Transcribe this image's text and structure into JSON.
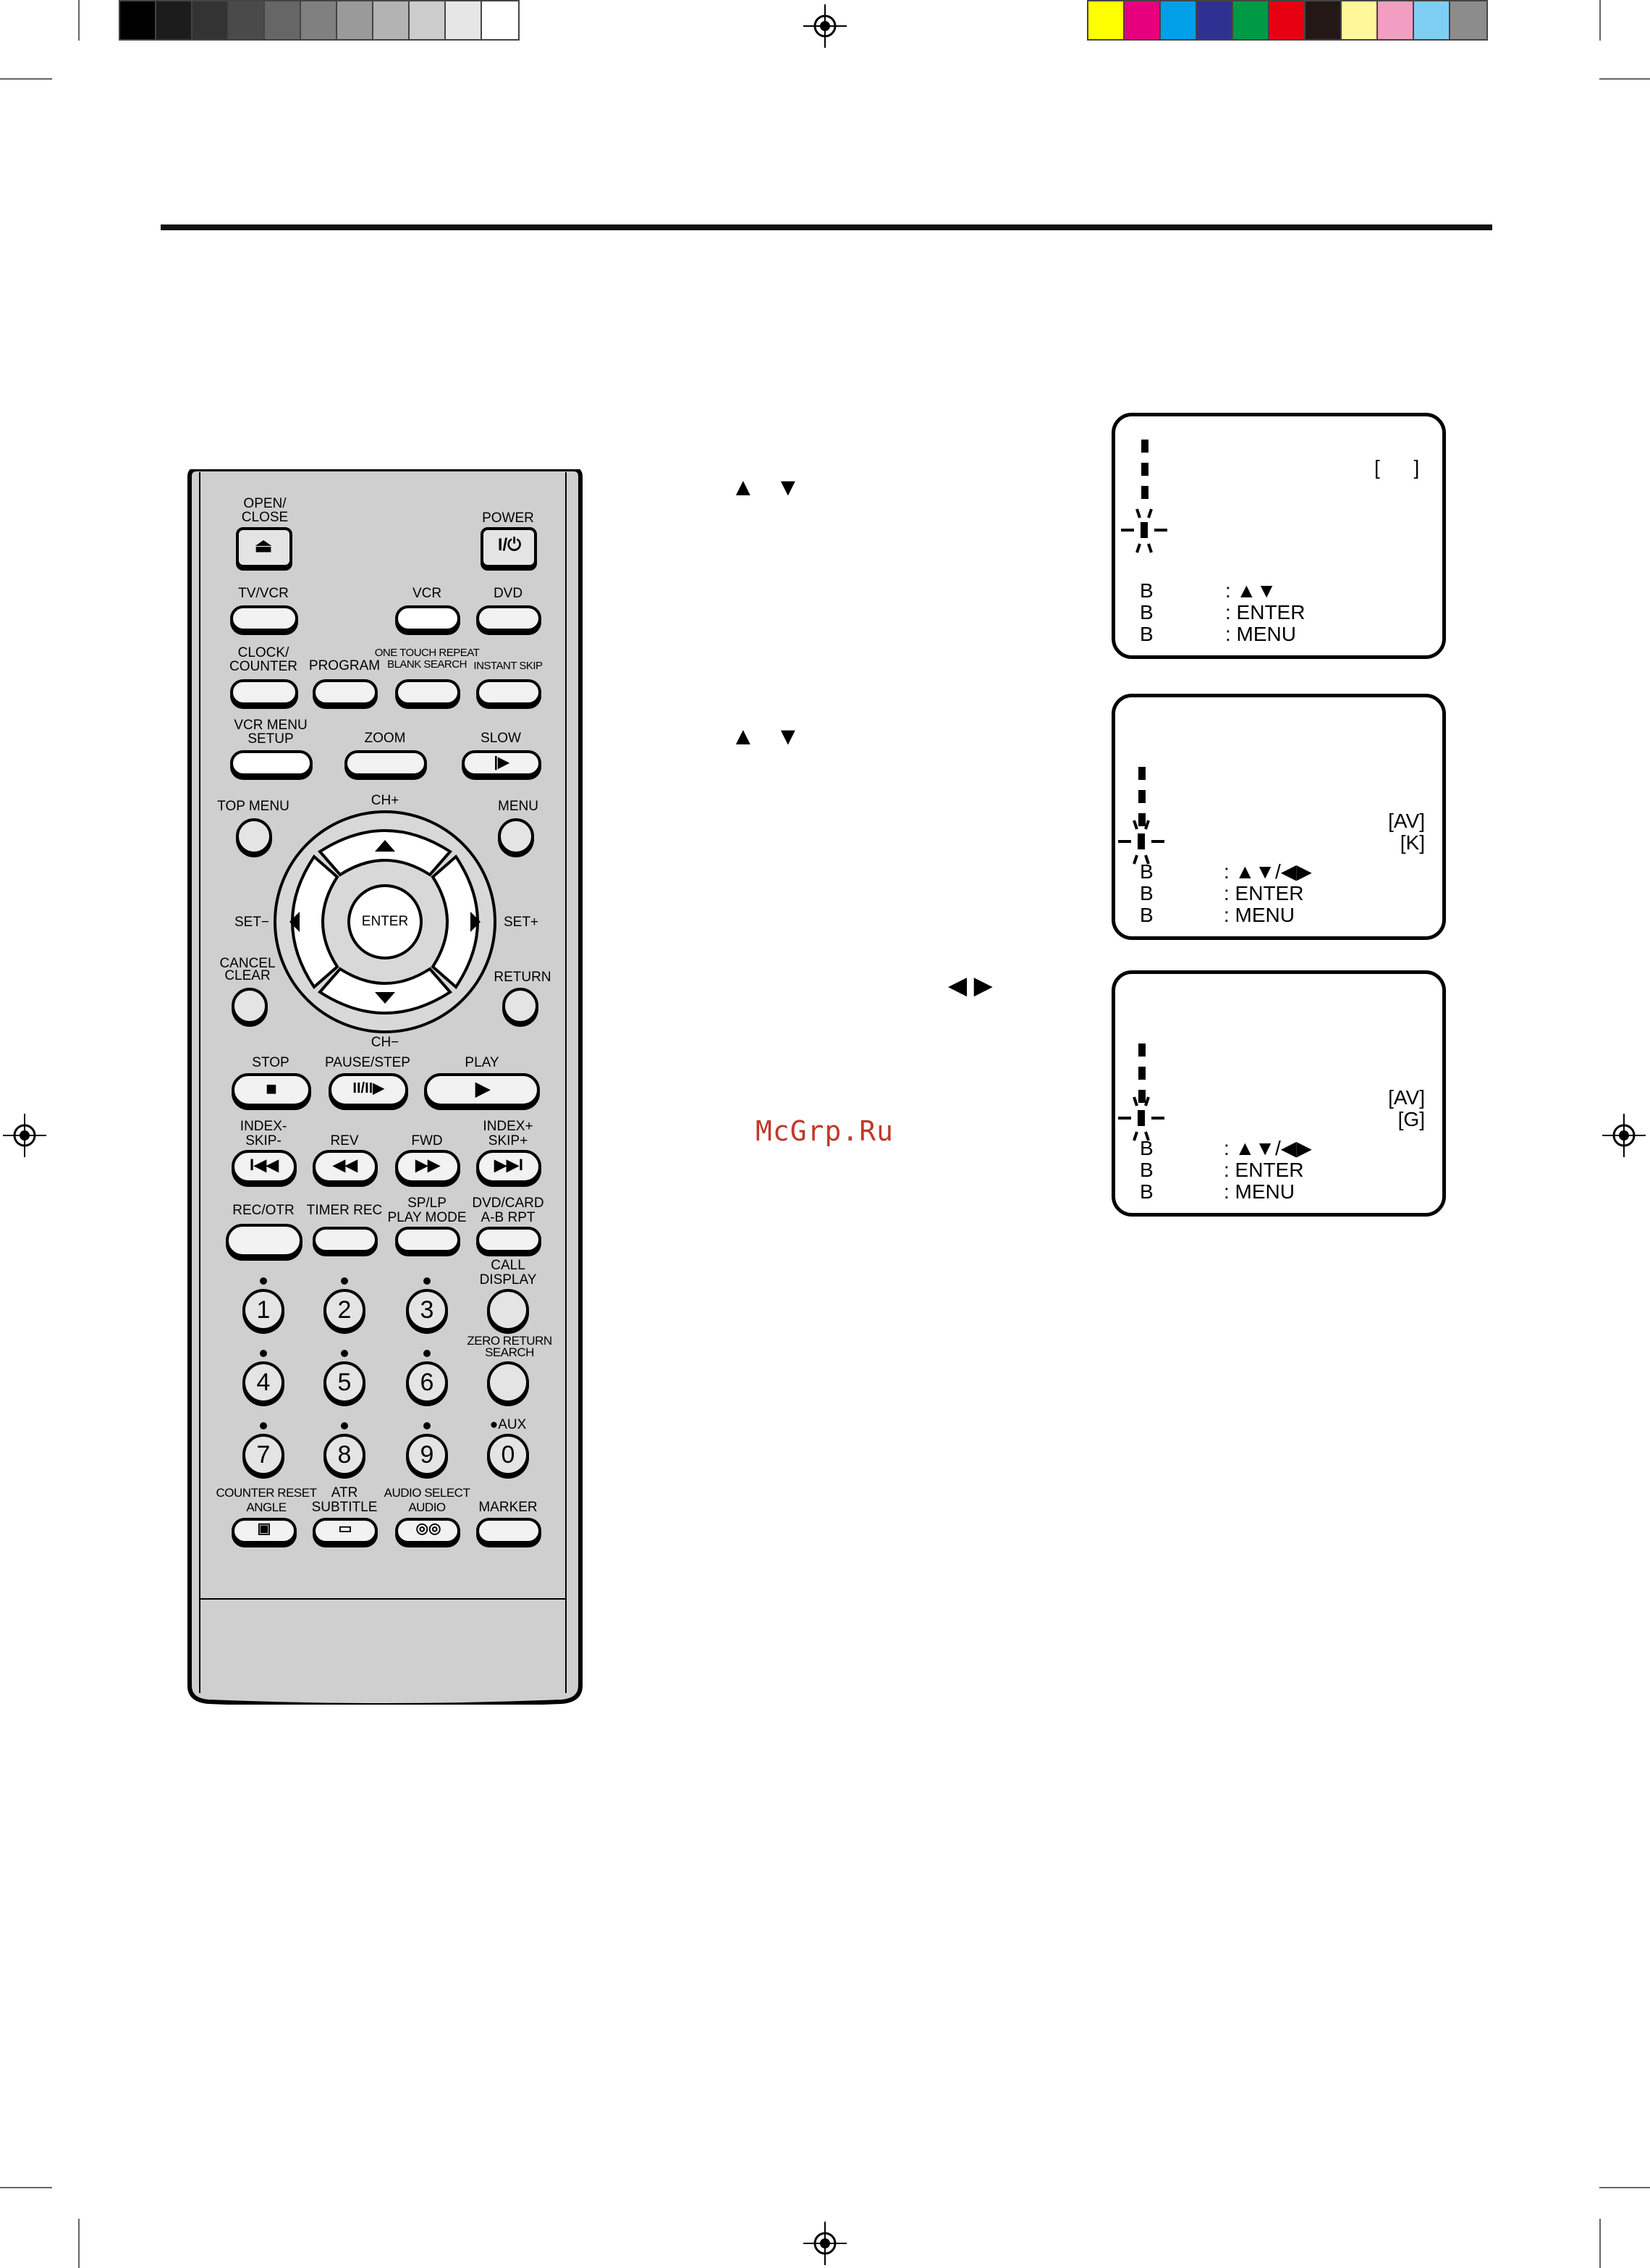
{
  "calibration": {
    "grays": [
      "#000000",
      "#1c1c1c",
      "#333333",
      "#4a4a4a",
      "#666666",
      "#808080",
      "#9a9a9a",
      "#b3b3b3",
      "#cccccc",
      "#e6e6e6",
      "#ffffff"
    ],
    "colors": [
      "#ffff00",
      "#e6007e",
      "#00a0e9",
      "#2e3192",
      "#009944",
      "#e60012",
      "#231815",
      "#fff799",
      "#f19ec2",
      "#7ecef4",
      "#8c8c8c"
    ]
  },
  "remote": {
    "open_close": "OPEN/\nCLOSE",
    "power": "POWER",
    "tv_vcr": "TV/VCR",
    "vcr": "VCR",
    "dvd": "DVD",
    "clock_counter": "CLOCK/\nCOUNTER",
    "program": "PROGRAM",
    "one_touch": "ONE TOUCH REPEAT\nBLANK SEARCH",
    "instant_skip": "INSTANT SKIP",
    "vcr_menu_setup": "VCR MENU\nSETUP",
    "zoom": "ZOOM",
    "slow": "SLOW",
    "top_menu": "TOP MENU",
    "ch_plus": "CH+",
    "menu": "MENU",
    "set_minus": "SET−",
    "enter": "ENTER",
    "set_plus": "SET+",
    "cancel_clear": "CANCEL\nCLEAR",
    "return": "RETURN",
    "ch_minus": "CH−",
    "stop": "STOP",
    "pause_step": "PAUSE/STEP",
    "play": "PLAY",
    "index_skip_minus": "INDEX-\nSKIP-",
    "rev": "REV",
    "fwd": "FWD",
    "index_skip_plus": "INDEX+\nSKIP+",
    "rec_otr": "REC/OTR",
    "timer_rec": "TIMER REC",
    "sp_lp": "SP/LP\nPLAY MODE",
    "dvd_card": "DVD/CARD\nA-B RPT",
    "call_display": "CALL\nDISPLAY",
    "zero_return": "ZERO RETURN\nSEARCH",
    "aux": "●AUX",
    "counter_reset": "COUNTER RESET\nANGLE",
    "atr_subtitle": "ATR\nSUBTITLE",
    "audio_select": "AUDIO SELECT\nAUDIO",
    "marker": "MARKER",
    "digits": [
      "1",
      "2",
      "3",
      "4",
      "5",
      "6",
      "7",
      "8",
      "9",
      "0"
    ]
  },
  "arrows": {
    "step1": "▲   ▼",
    "step2": "▲   ▼",
    "step3": "◀ ▶"
  },
  "screen1": {
    "bracket": "[      ]",
    "b1": "B",
    "b2": "B",
    "b3": "B",
    "l1": ": ▲▼",
    "l2": ": ENTER",
    "l3": ": MENU"
  },
  "screen2": {
    "v1": "[AV]",
    "v2": "[K]",
    "b1": "B",
    "b2": "B",
    "b3": "B",
    "l1": ": ▲▼/◀▶",
    "l2": ": ENTER",
    "l3": ": MENU"
  },
  "screen3": {
    "v1": "[AV]",
    "v2": "[G]",
    "b1": "B",
    "b2": "B",
    "b3": "B",
    "l1": ": ▲▼/◀▶",
    "l2": ": ENTER",
    "l3": ": MENU"
  },
  "watermark": "McGrp.Ru"
}
